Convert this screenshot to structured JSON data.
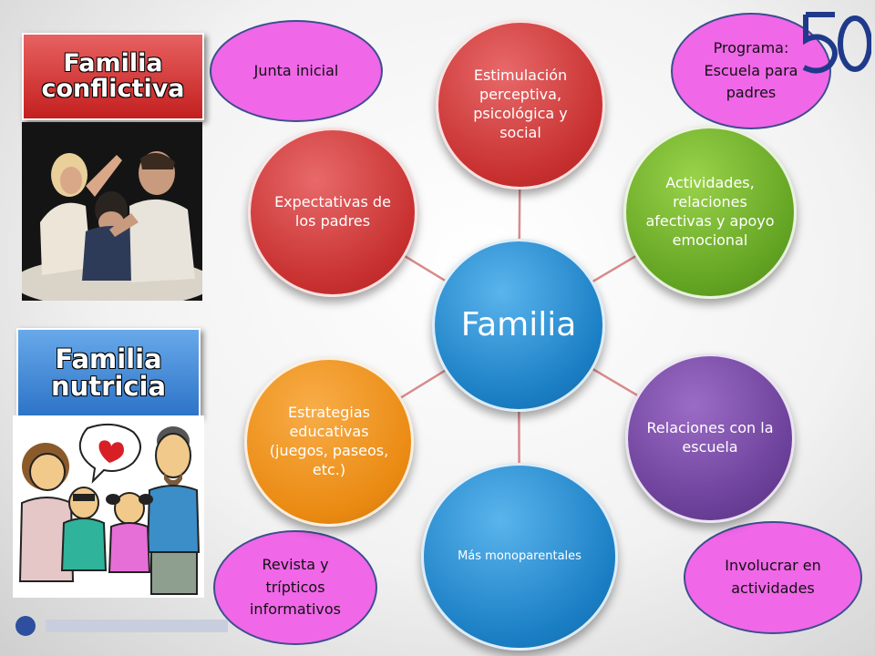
{
  "center": {
    "label": "Familia"
  },
  "nodes": {
    "estimulacion": "Estimulación perceptiva, psicológica y social",
    "actividades": "Actividades, relaciones afectivas y apoyo emocional",
    "relaciones": "Relaciones con la escuela",
    "monoparentales": "Más monoparentales",
    "estrategias": "Estrategias educativas (juegos, paseos, etc.)",
    "expectativas": "Expectativas de los padres"
  },
  "bubbles": {
    "junta": "Junta inicial",
    "programa": "Programa: Escuela para padres",
    "revista": "Revista y trípticos informativos",
    "involucrar": "Involucrar en actividades"
  },
  "labels": {
    "conflictiva": "Familia conflictiva",
    "nutricia": "Familia nutricia"
  },
  "colors": {
    "center": "#1a7ec4",
    "red": "#c7302f",
    "green": "#62a322",
    "purple": "#6a3f98",
    "orange": "#ea8a12",
    "bubble": "#f067e8",
    "connector": "#d98a8a"
  },
  "icons": {
    "photo": "family-conflict-photo",
    "cartoon": "family-cartoon-with-heart",
    "logo": "logo-50-icon"
  }
}
